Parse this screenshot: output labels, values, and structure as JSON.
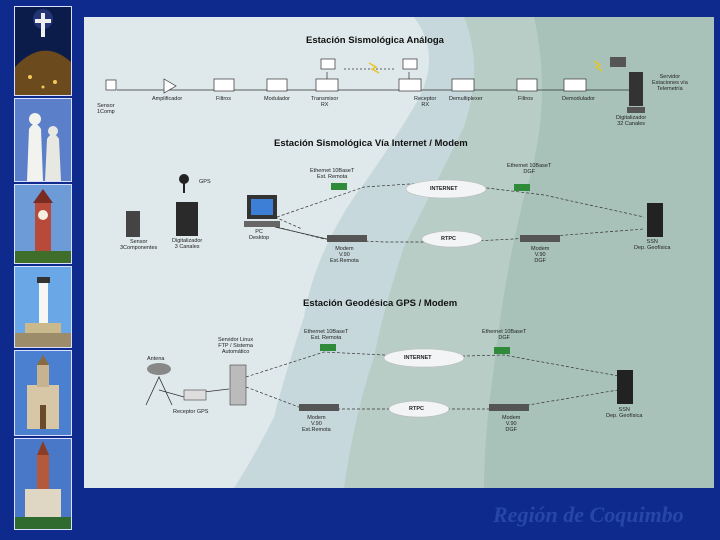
{
  "section_titles": {
    "analog": "Estación Sismológica Análoga",
    "internet": "Estación Sismológica Vía Internet / Modem",
    "gps": "Estación Geodésica GPS / Modem"
  },
  "analog": {
    "sensor": "Sensor\n1Comp",
    "amplificador": "Amplificador",
    "filtros1": "Filtros",
    "modulador": "Modulador",
    "transmisor": "Transmisor\nRX",
    "receptor": "Receptor\nRX",
    "demultiplexer": "Demultiplexer",
    "filtros2": "Filtros",
    "demodulador": "Demodulador",
    "servidor": "Servidor\nEstaciones vía\nTelemetría",
    "digitalizador": "Digitalizador\n32 Canales"
  },
  "internet": {
    "gps": "GPS",
    "sensor": "Sensor\n3Componentes",
    "digitalizador": "Digitalizador\n3 Canales",
    "pc": "PC\nDesktop",
    "ethernet_remote": "Ethernet 10BaseT\nEst. Remota",
    "ethernet_dgf": "Ethernet 10BaseT\nDGF",
    "internet_cloud": "INTERNET",
    "rtpc_cloud": "RTPC",
    "modem_remote": "Modem\nV.90\nEst.Remota",
    "modem_dgf": "Modem\nV.90\nDGF",
    "ssn": "SSN\nDep. Geofísica"
  },
  "gps": {
    "antena": "Antena",
    "receptor": "Receptor GPS",
    "servidor": "Servidor Linux\nFTP / Sistema\nAutomático",
    "ethernet_remote": "Ethernet 10BaseT\nEst. Remota",
    "ethernet_dgf": "Ethernet 10BaseT\nDGF",
    "internet_cloud": "INTERNET",
    "rtpc_cloud": "RTPC",
    "modem_remote": "Modem\nV.90\nEst.Remota",
    "modem_dgf": "Modem\nV.90\nDGF",
    "ssn": "SSN\nDep. Geofísica"
  },
  "footer": "Región de Coquimbo",
  "colors": {
    "background": "#0e2a8c",
    "panel": "#dde6e8",
    "footer": "#2c4bb0"
  }
}
